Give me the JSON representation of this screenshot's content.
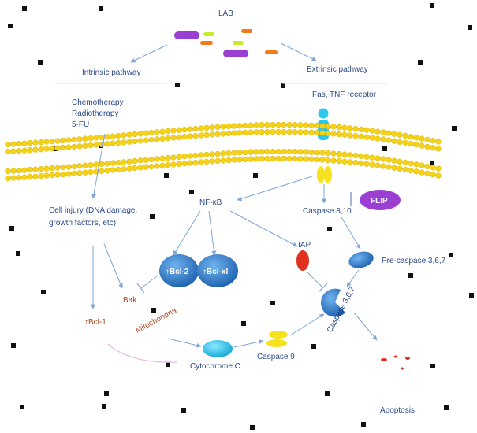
{
  "labels": {
    "lab": "LAB",
    "intrinsic": "Intrinsic pathway",
    "extrinsic": "Extrinsic pathway",
    "fas_tnf": "Fas, TNF receptor",
    "chemo": "Chemotherapy",
    "radio": "Radiotherapy",
    "fu": "5-FU",
    "cell_injury_1": "Cell injury (DNA damage,",
    "cell_injury_2": "growth factors, etc)",
    "nfkb": "NF-κB",
    "caspase810": "Caspase 8,10",
    "flip": "FLIP",
    "bcl2": "↑Bcl-2",
    "bclxl": "↑Bcl-xl",
    "iap": "IAP",
    "pre_caspase": "Pre-caspase 3,6,7",
    "bak": "Bak",
    "bcl1": "↑Bcl-1",
    "mitochondria": "Mitochondria",
    "caspase367": "Caspase 3,6,7",
    "cytochrome": "Cytochrome C",
    "caspase9": "Caspase 9",
    "apoptosis": "Apoptosis"
  },
  "colors": {
    "membrane": "#f3d21b",
    "bubble_blue": "#1f74c4",
    "cyan": "#2ac8ee",
    "red": "#e0321e",
    "yellow": "#f6e21e",
    "purple": "#9b3fd3",
    "orange": "#f07a1d",
    "lime": "#c9ea2b",
    "arrow": "#7ea6d8"
  }
}
